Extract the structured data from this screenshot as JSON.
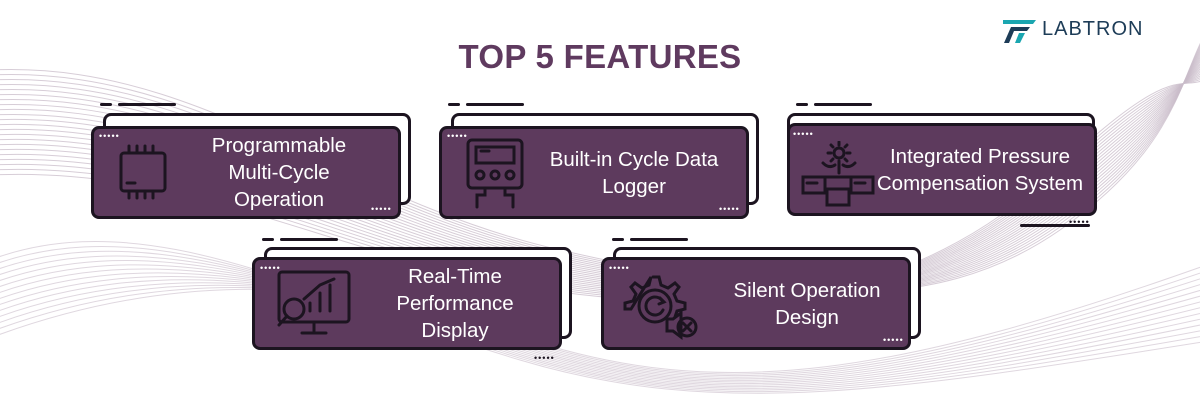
{
  "brand": {
    "logo_text": "LABTRON",
    "logo_color": "#1d3c57"
  },
  "title": "TOP 5 FEATURES",
  "colors": {
    "card_fill": "#5d3a5d",
    "outline": "#1c1420",
    "title": "#5f3a5f",
    "wave": "#c9bcc9"
  },
  "features": [
    {
      "label": "Programmable Multi-Cycle Operation",
      "icon": "chip-icon"
    },
    {
      "label": "Built-in Cycle Data Logger",
      "icon": "data-logger-icon"
    },
    {
      "label": "Integrated Pressure Compensation System",
      "icon": "pressure-system-icon"
    },
    {
      "label": "Real-Time Performance Display",
      "icon": "performance-display-icon"
    },
    {
      "label": "Silent Operation Design",
      "icon": "gear-mute-icon"
    }
  ]
}
